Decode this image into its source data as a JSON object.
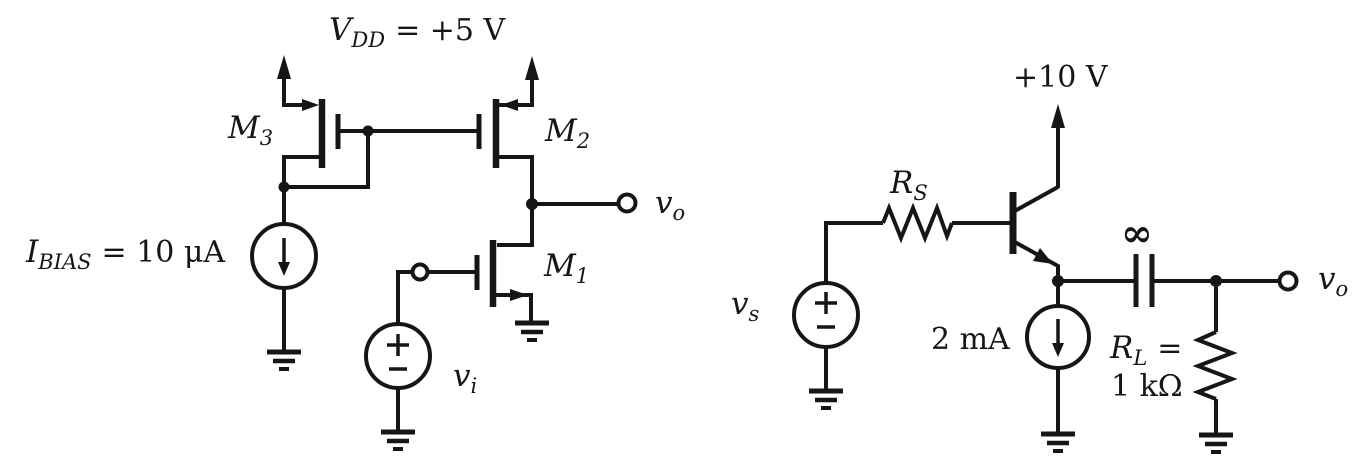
{
  "colors": {
    "ink": "#161616",
    "paper": "#ffffff"
  },
  "left_circuit": {
    "supply": {
      "base": "V",
      "sub": "DD",
      "rest": "= +5 V"
    },
    "bias": {
      "base": "I",
      "sub": "BIAS",
      "rest": "= 10 μA"
    },
    "transistor_m3": {
      "base": "M",
      "sub": "3"
    },
    "transistor_m2": {
      "base": "M",
      "sub": "2"
    },
    "transistor_m1": {
      "base": "M",
      "sub": "1"
    },
    "input": {
      "base": "v",
      "sub": "i"
    },
    "output": {
      "base": "v",
      "sub": "o"
    }
  },
  "right_circuit": {
    "supply": "+10 V",
    "source_resistor": {
      "base": "R",
      "sub": "S"
    },
    "input": {
      "base": "v",
      "sub": "s"
    },
    "bias": "2 mA",
    "capacitor": "∞",
    "load_resistor": {
      "base": "R",
      "sub": "L",
      "rest": "=",
      "value": "1 kΩ"
    },
    "output": {
      "base": "v",
      "sub": "o"
    }
  }
}
